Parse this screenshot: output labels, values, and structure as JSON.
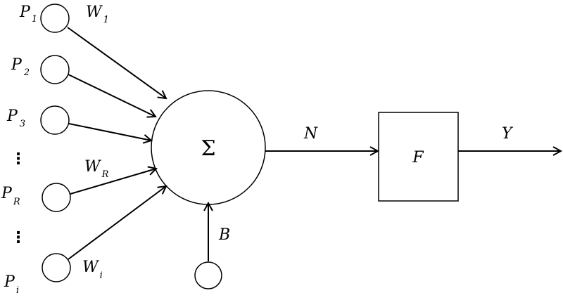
{
  "inputs": [
    {
      "name": "P",
      "sub": "1",
      "weight": "W",
      "weight_sub": "1"
    },
    {
      "name": "P",
      "sub": "2"
    },
    {
      "name": "P",
      "sub": "3"
    },
    {
      "name": "P",
      "sub": "R",
      "weight": "W",
      "weight_sub": "R"
    },
    {
      "name": "P",
      "sub": "i",
      "weight": "W",
      "weight_sub": "i"
    }
  ],
  "ellipsis": [
    "⋮",
    "⋮"
  ],
  "summation": {
    "symbol": "Σ"
  },
  "bias": {
    "label": "B"
  },
  "net_output": {
    "label": "N"
  },
  "activation": {
    "label": "F"
  },
  "final_output": {
    "label": "Y"
  }
}
